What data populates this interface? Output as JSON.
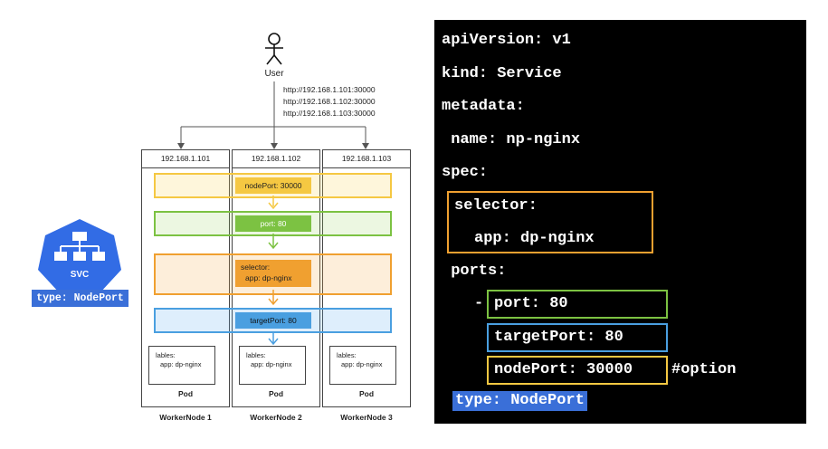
{
  "diagram": {
    "user_label": "User",
    "urls": [
      "http://192.168.1.101:30000",
      "http://192.168.1.102:30000",
      "http://192.168.1.103:30000"
    ],
    "nodes": [
      {
        "ip": "192.168.1.101",
        "name": "WorkerNode 1"
      },
      {
        "ip": "192.168.1.102",
        "name": "WorkerNode 2"
      },
      {
        "ip": "192.168.1.103",
        "name": "WorkerNode 3"
      }
    ],
    "node_port_label": "nodePort: 30000",
    "port_label": "port: 80",
    "selector_line1": "selector:",
    "selector_line2": "app: dp-nginx",
    "target_port_label": "targetPort: 80",
    "pod_labels_line1": "lables:",
    "pod_labels_line2": "app: dp-nginx",
    "pod_label": "Pod",
    "colors": {
      "nodeport": "#f5c842",
      "port": "#7cc242",
      "selector": "#f0a030",
      "targetport": "#4a9fe0"
    }
  },
  "svc": {
    "icon_text": "SVC",
    "type_badge": "type: NodePort",
    "color": "#326ce5"
  },
  "yaml": {
    "api_version": "apiVersion: v1",
    "kind": "kind: Service",
    "metadata": "metadata:",
    "name": " name: np-nginx",
    "spec": "spec:",
    "selector": "selector:",
    "app": "app: dp-nginx",
    "ports": " ports:",
    "dash": "-",
    "port": "port: 80",
    "target_port": "targetPort: 80",
    "node_port": "nodePort: 30000",
    "option": "#option",
    "type": "type: NodePort"
  }
}
